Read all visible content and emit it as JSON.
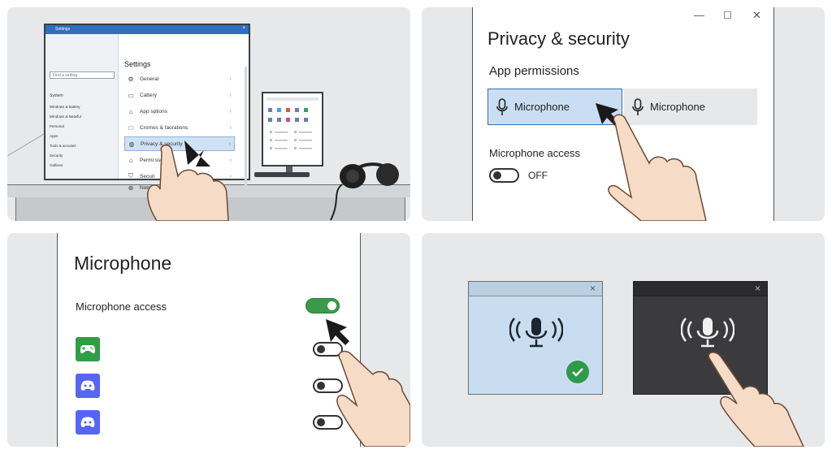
{
  "panel1": {
    "settings_window": {
      "titlebar_label": "Settings",
      "find_placeholder": "Find a setting",
      "left_section": "System",
      "left_items": [
        "Windows & battery",
        "Windows & Netwful",
        "Personal",
        "Apps",
        "Tools & accuses",
        "Security",
        "Gallions"
      ],
      "header": "Settings",
      "items": [
        {
          "label": "General",
          "icon": "gear-icon"
        },
        {
          "label": "Cattery",
          "icon": "device-icon"
        },
        {
          "label": "App sptions",
          "icon": "lock-icon"
        },
        {
          "label": "Cromos & faorations",
          "icon": "square-icon"
        },
        {
          "label": "Privacy & security",
          "icon": "globe-icon",
          "highlighted": true
        },
        {
          "label": "Permi   ssets",
          "icon": "lock-icon"
        },
        {
          "label": "Securi",
          "icon": "shield-icon"
        },
        {
          "label": "Netw",
          "icon": "network-icon"
        }
      ]
    }
  },
  "panel2": {
    "title": "Privacy & security",
    "subtitle": "App permissions",
    "mic_buttons": [
      {
        "label": "Microphone",
        "icon": "microphone-icon",
        "selected": true
      },
      {
        "label": "Microphone",
        "icon": "microphone-icon",
        "selected": false
      }
    ],
    "access_label": "Microphone access",
    "toggle_state": "OFF"
  },
  "panel3": {
    "title": "Microphone",
    "access_label": "Microphone access",
    "master_toggle_on": true,
    "apps": [
      {
        "icon": "xbox-controller-icon",
        "color": "#2f9e44",
        "toggle_on": false
      },
      {
        "icon": "discord-icon",
        "color": "#5865f2",
        "toggle_on": false
      },
      {
        "icon": "discord-icon",
        "color": "#5865f2",
        "toggle_on": false
      }
    ]
  },
  "panel4": {
    "windows": [
      {
        "theme": "light",
        "icon": "microphone-active-icon",
        "status_icon": "checkmark-icon",
        "close": "×"
      },
      {
        "theme": "dark",
        "icon": "microphone-active-icon",
        "close": "×"
      }
    ]
  },
  "colors": {
    "accent_blue": "#c9def2",
    "toggle_green": "#3a9a4a",
    "xbox_green": "#2f9e44",
    "discord_blurple": "#5865f2"
  }
}
